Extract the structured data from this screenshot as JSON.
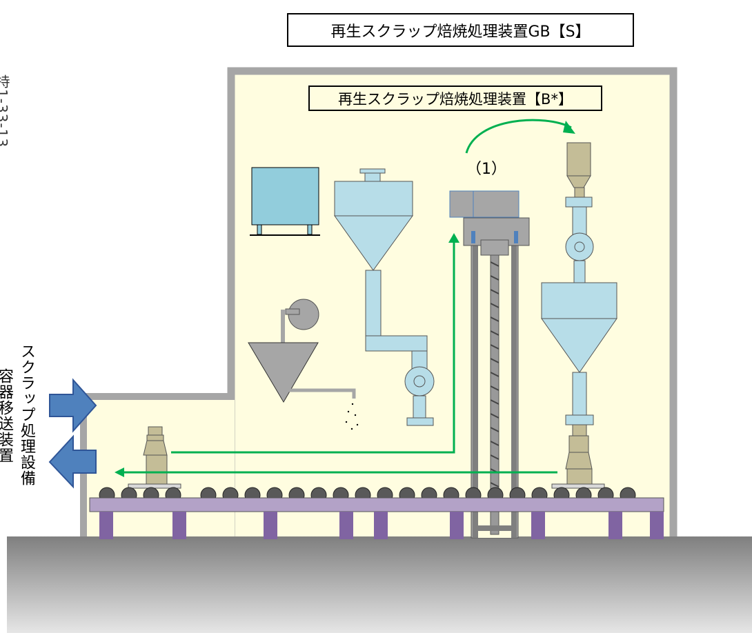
{
  "title": "再生スクラップ焙焼処理装置GB【S】",
  "subtitle": "再生スクラップ焙焼処理装置【B*】",
  "side_label_main": "スクラップ処理設備",
  "side_label_sub": "容器移送装置",
  "edge_label": "持1-33-13",
  "marker_label": "（1）",
  "colors": {
    "room_fill": "#fffde0",
    "wall": "#a6a6a6",
    "equipment_blue": "#b7dde8",
    "tank_blue": "#92cddc",
    "bottle": "#c4bd97",
    "conveyor": "#b3a2c7",
    "conveyor_leg": "#8064a2",
    "arrow_green": "#00b050",
    "arrow_blue": "#4f81bd",
    "fan_gray": "#a6a6a6"
  }
}
